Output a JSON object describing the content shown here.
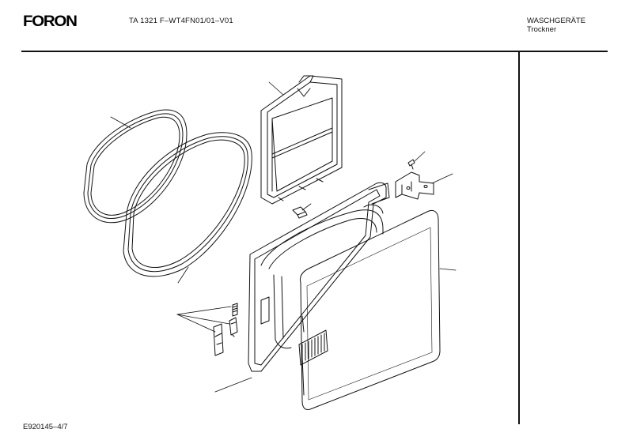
{
  "header": {
    "logo": "FORON",
    "model": "TA 1321 F–WT4FN01/01–V01",
    "category_line1": "WASCHGERÄTE",
    "category_line2": "Trockner"
  },
  "footer": {
    "document_number": "E920145–4/7"
  },
  "colors": {
    "line": "#111111",
    "background": "#ffffff"
  },
  "icons": {
    "logo": "foron-logo"
  }
}
